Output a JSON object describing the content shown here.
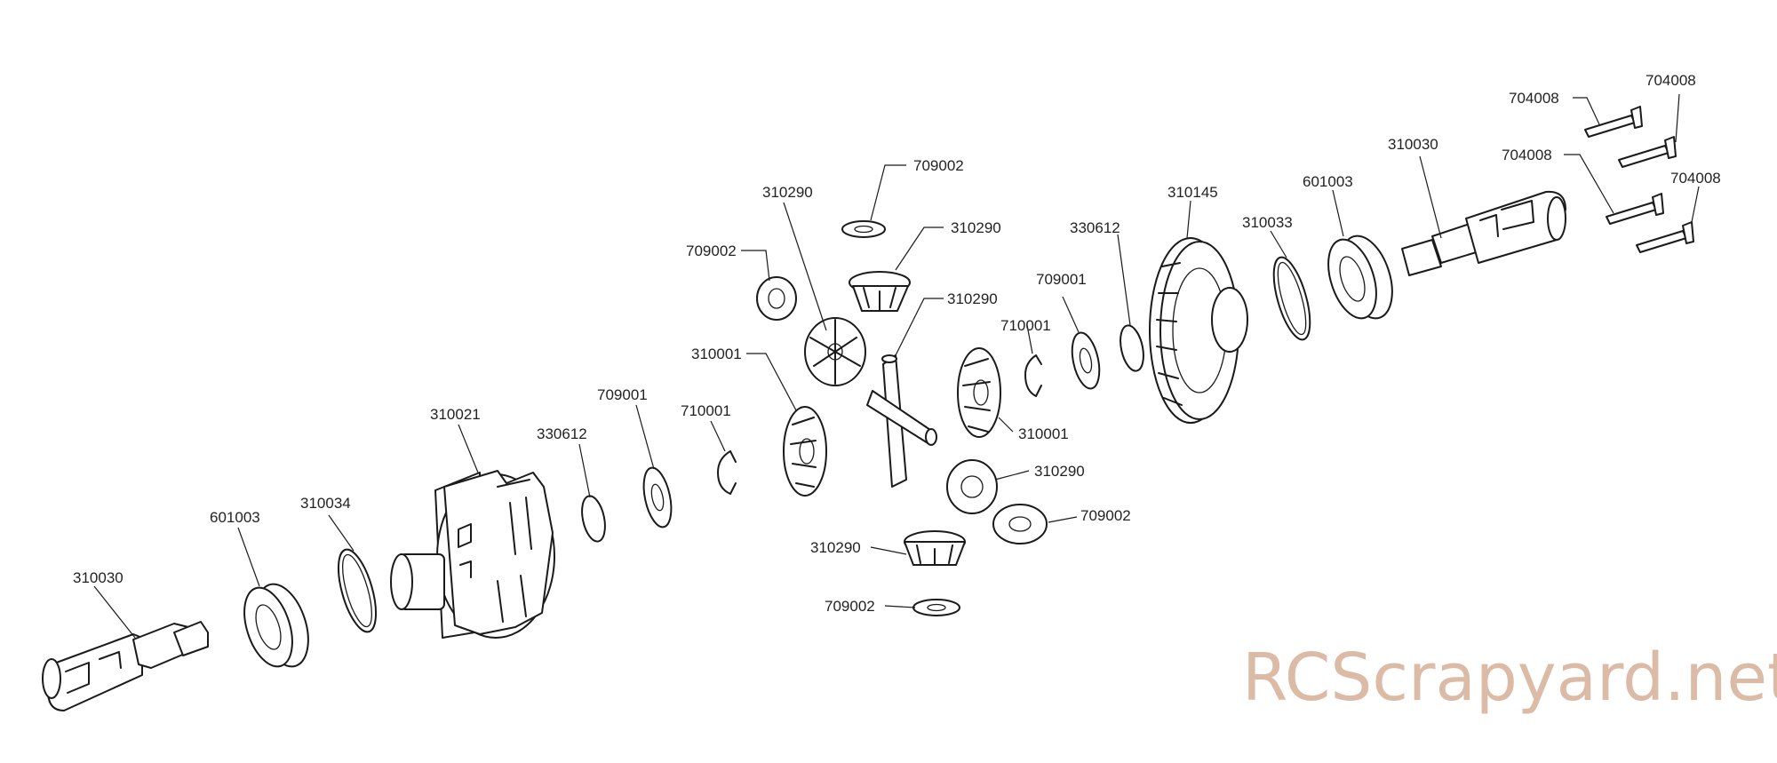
{
  "callouts": {
    "cup_left": "310030",
    "bearing_left": "601003",
    "oring_left": "310034",
    "case": "310021",
    "shim_a": "330612",
    "washer_a": "709001",
    "clip_a": "710001",
    "side_gear_a": "310001",
    "washer_top_left": "709002",
    "spider_gear_left": "310290",
    "washer_top": "709002",
    "spider_gear_top": "310290",
    "cross_pin": "310290",
    "clip_b": "710001",
    "washer_b": "709001",
    "side_gear_b": "310001",
    "shim_b": "330612",
    "spider_gear_right": "310290",
    "washer_right": "709002",
    "spider_gear_bottom": "310290",
    "washer_bottom": "709002",
    "ring_gear": "310145",
    "oring_right": "310033",
    "bearing_right": "601003",
    "cup_right": "310030",
    "screw_1": "704008",
    "screw_2": "704008",
    "screw_3": "704008",
    "screw_4": "704008"
  },
  "watermark": "RCScrapyard.net"
}
